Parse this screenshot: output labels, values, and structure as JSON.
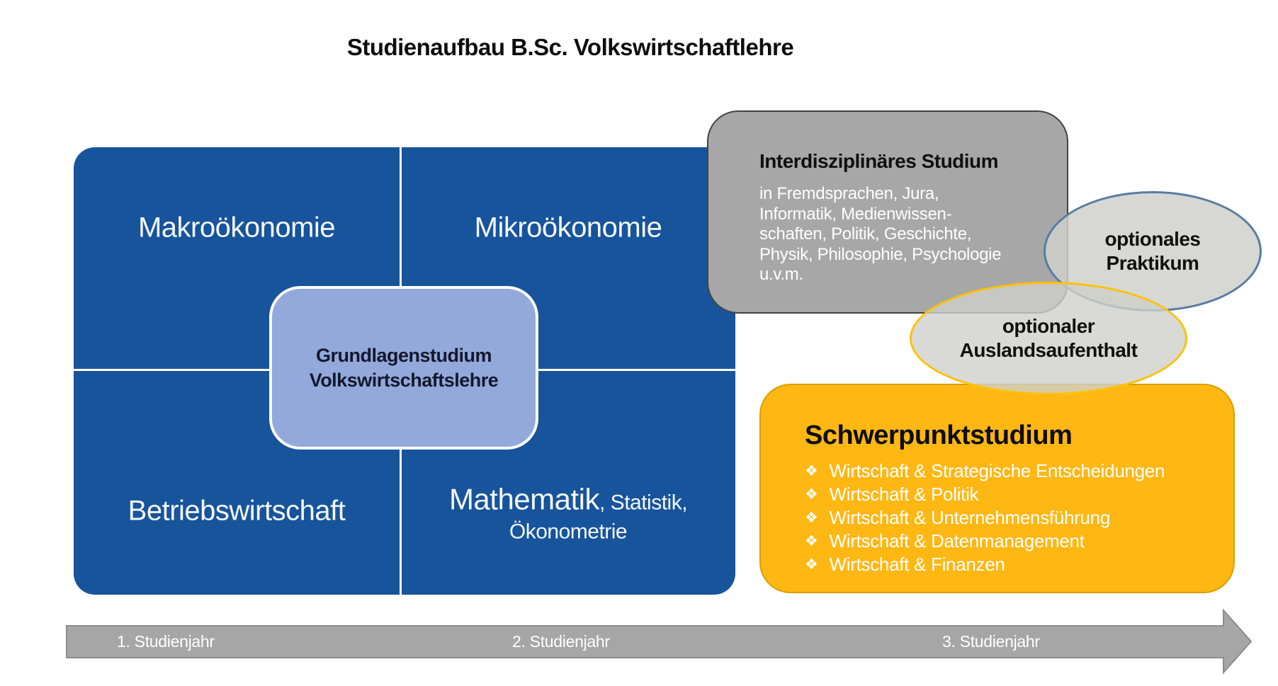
{
  "title": "Studienaufbau B.Sc. Volkswirtschaftlehre",
  "foundation": {
    "quadrants": {
      "makro": "Makroökonomie",
      "mikro": "Mikroökonomie",
      "betriebs": "Betriebswirtschaft",
      "mathe_big": "Mathematik",
      "mathe_small": ", Statistik,",
      "mathe_line2": "Ökonometrie"
    },
    "center_box": {
      "line1": "Grundlagenstudium",
      "line2": "Volkswirtschaftslehre"
    }
  },
  "interdisciplinary": {
    "title": "Interdisziplinäres Studium",
    "body_lines": [
      "in Fremdsprachen, Jura,",
      "Informatik, Medienwissen-",
      "schaften, Politik, Geschichte,",
      "Physik, Philosophie, Psychologie",
      "u.v.m."
    ]
  },
  "optional_internship": {
    "line1": "optionales",
    "line2": "Praktikum"
  },
  "optional_abroad": {
    "line1": "optionaler",
    "line2": "Auslandsaufenthalt"
  },
  "specialization": {
    "title": "Schwerpunktstudium",
    "bullet": "❖",
    "items": [
      "Wirtschaft & Strategische Entscheidungen",
      "Wirtschaft & Politik",
      "Wirtschaft & Unternehmensführung",
      "Wirtschaft & Datenmanagement",
      "Wirtschaft & Finanzen"
    ]
  },
  "timeline": {
    "years": [
      "1. Studienjahr",
      "2. Studienjahr",
      "3. Studienjahr"
    ]
  },
  "colors": {
    "primary_blue": "#17549B",
    "light_blue": "#93A9DC",
    "gray_box": "#A7A7A7",
    "ellipse_fill": "#D2D2CD",
    "praktikum_border": "#567CA5",
    "ausland_border": "#FFC103",
    "orange": "#FFB713",
    "arrow_gray": "#A6A6A6"
  }
}
